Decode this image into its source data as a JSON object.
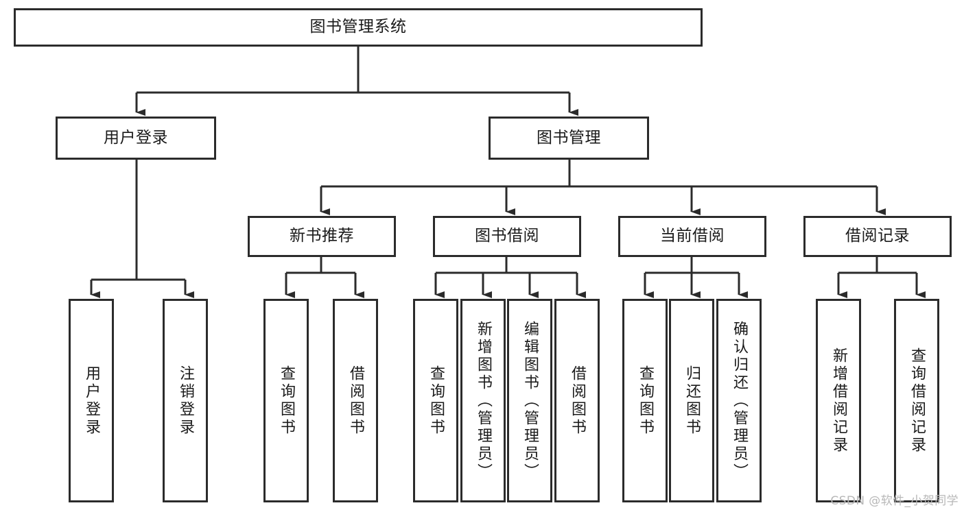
{
  "diagram": {
    "type": "tree-hierarchy-chart",
    "title": "图书管理系统",
    "watermark": "CSDN @软件_小贺同学",
    "colors": {
      "box_border": "#2b2b2b",
      "box_fill": "#ffffff",
      "connector": "#2b2b2b",
      "text": "#1a1a1a",
      "watermark": "#b8b8b8",
      "background": "#ffffff"
    },
    "root": {
      "label": "图书管理系统"
    },
    "level2": [
      {
        "label": "用户登录"
      },
      {
        "label": "图书管理"
      }
    ],
    "level3": [
      {
        "label": "新书推荐"
      },
      {
        "label": "图书借阅"
      },
      {
        "label": "当前借阅"
      },
      {
        "label": "借阅记录"
      }
    ],
    "leaves": {
      "user_login": [
        {
          "label": "用户登录"
        },
        {
          "label": "注销登录"
        }
      ],
      "new_book_recommend": [
        {
          "label": "查询图书"
        },
        {
          "label": "借阅图书"
        }
      ],
      "book_borrow": [
        {
          "label": "查询图书"
        },
        {
          "label": "新增图书（管理员）"
        },
        {
          "label": "编辑图书（管理员）"
        },
        {
          "label": "借阅图书"
        }
      ],
      "current_borrow": [
        {
          "label": "查询图书"
        },
        {
          "label": "归还图书"
        },
        {
          "label": "确认归还（管理员）"
        }
      ],
      "borrow_record": [
        {
          "label": "新增借阅记录"
        },
        {
          "label": "查询借阅记录"
        }
      ]
    }
  }
}
